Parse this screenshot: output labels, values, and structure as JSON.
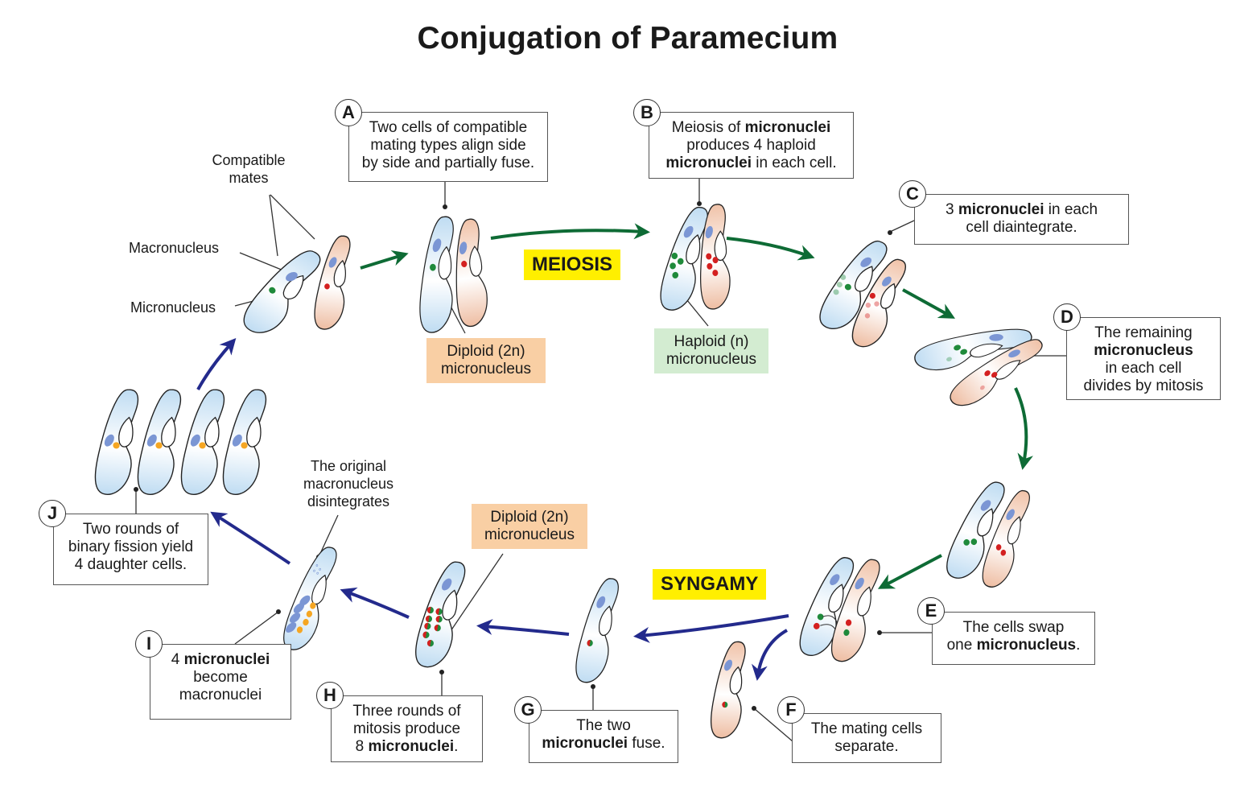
{
  "title": "Conjugation of Paramecium",
  "phase_labels": {
    "meiosis": "MEIOSIS",
    "syngamy": "SYNGAMY"
  },
  "labels": {
    "compatible_mates": [
      "Compatible",
      "mates"
    ],
    "macronucleus": "Macronucleus",
    "micronucleus": "Micronucleus",
    "original_macronucleus": [
      "The original",
      "macronucleus",
      "disintegrates"
    ]
  },
  "notes": {
    "diploid_top": [
      "Diploid (2n)",
      "micronucleus"
    ],
    "haploid": [
      "Haploid (n)",
      "micronucleus"
    ],
    "diploid_bottom": [
      "Diploid (2n)",
      "micronucleus"
    ]
  },
  "steps": [
    {
      "letter": "A",
      "lines": [
        [
          {
            "t": "Two cells of compatible"
          }
        ],
        [
          {
            "t": "mating types align side"
          }
        ],
        [
          {
            "t": "by side and partially fuse."
          }
        ]
      ]
    },
    {
      "letter": "B",
      "lines": [
        [
          {
            "t": "Meiosis of "
          },
          {
            "t": "micronuclei",
            "b": true
          }
        ],
        [
          {
            "t": "produces 4 haploid"
          }
        ],
        [
          {
            "t": "micronuclei",
            "b": true
          },
          {
            "t": " in each cell."
          }
        ]
      ]
    },
    {
      "letter": "C",
      "lines": [
        [
          {
            "t": "3 "
          },
          {
            "t": "micronuclei",
            "b": true
          },
          {
            "t": " in each"
          }
        ],
        [
          {
            "t": "cell diaintegrate."
          }
        ]
      ]
    },
    {
      "letter": "D",
      "lines": [
        [
          {
            "t": "The remaining"
          }
        ],
        [
          {
            "t": "micronucleus",
            "b": true
          }
        ],
        [
          {
            "t": "in each cell"
          }
        ],
        [
          {
            "t": "divides by mitosis"
          }
        ]
      ]
    },
    {
      "letter": "E",
      "lines": [
        [
          {
            "t": "The cells swap"
          }
        ],
        [
          {
            "t": "one "
          },
          {
            "t": "micronucleus",
            "b": true
          },
          {
            "t": "."
          }
        ]
      ]
    },
    {
      "letter": "F",
      "lines": [
        [
          {
            "t": "The mating cells"
          }
        ],
        [
          {
            "t": "separate."
          }
        ]
      ]
    },
    {
      "letter": "G",
      "lines": [
        [
          {
            "t": "The two"
          }
        ],
        [
          {
            "t": "micronuclei",
            "b": true
          },
          {
            "t": " fuse."
          }
        ]
      ]
    },
    {
      "letter": "H",
      "lines": [
        [
          {
            "t": "Three rounds of"
          }
        ],
        [
          {
            "t": "mitosis produce"
          }
        ],
        [
          {
            "t": "8 "
          },
          {
            "t": "micronuclei",
            "b": true
          },
          {
            "t": "."
          }
        ]
      ]
    },
    {
      "letter": "I",
      "lines": [
        [
          {
            "t": "4 "
          },
          {
            "t": "micronuclei",
            "b": true
          }
        ],
        [
          {
            "t": "become"
          }
        ],
        [
          {
            "t": "macronuclei"
          }
        ]
      ]
    },
    {
      "letter": "J",
      "lines": [
        [
          {
            "t": "Two rounds of"
          }
        ],
        [
          {
            "t": "binary fission yield"
          }
        ],
        [
          {
            "t": "4 daughter cells."
          }
        ]
      ]
    }
  ],
  "colors": {
    "cell_blue": "#cfe6f6",
    "cell_peach": "#f3cdb8",
    "macronucleus": "#7b96d4",
    "micronucleus_green": "#1f8a3b",
    "micronucleus_red": "#d42020",
    "micronucleus_orange": "#f5a623",
    "arrow_green": "#0e6b35",
    "arrow_navy": "#232a8c",
    "meiosis_bg": "#ffef00"
  }
}
